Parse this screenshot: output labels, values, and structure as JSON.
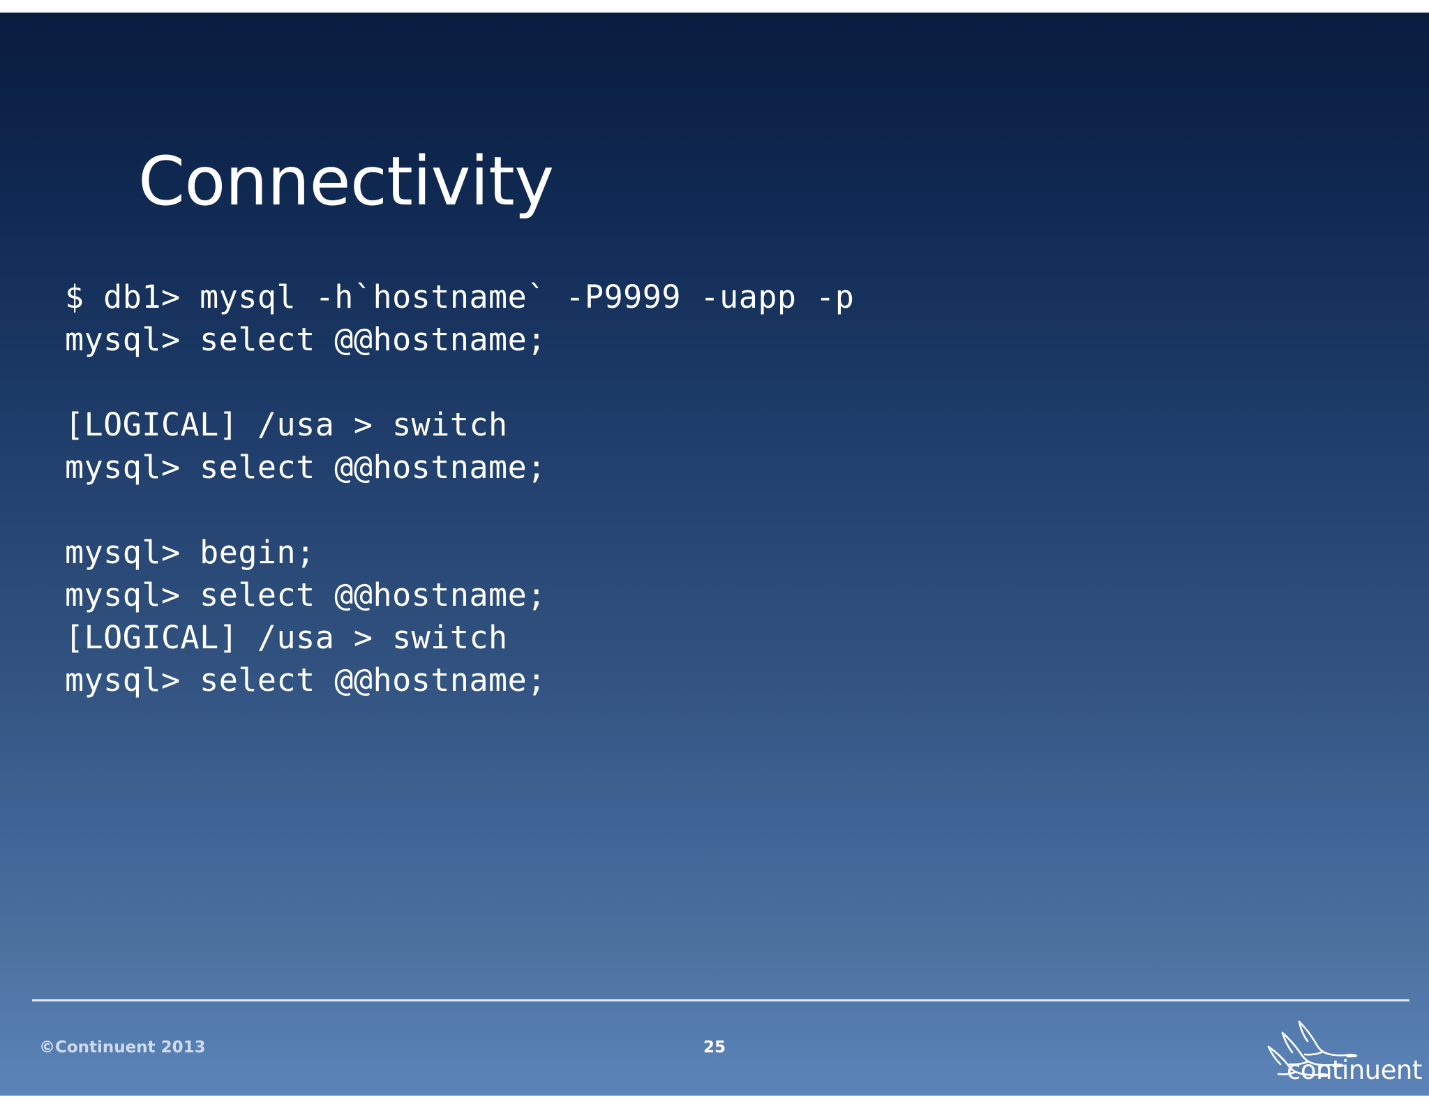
{
  "slide": {
    "title": "Connectivity",
    "background": {
      "top_color": "#0b1e40",
      "mid_color": "#31527f",
      "bottom_color": "#5c84b8"
    }
  },
  "code": {
    "language": "shell-mysql",
    "lines": [
      "$ db1> mysql -h`hostname` -P9999 -uapp -p",
      "mysql> select @@hostname;",
      "",
      "[LOGICAL] /usa > switch",
      "mysql> select @@hostname;",
      "",
      "mysql> begin;",
      "mysql> select @@hostname;",
      "[LOGICAL] /usa > switch",
      "mysql> select @@hostname;"
    ]
  },
  "footer": {
    "copyright": "©Continuent 2013",
    "page_number": "25",
    "logo_wordmark": "continuent",
    "logo_icon": "flying-birds-icon",
    "rule_color": "#e9eef6"
  }
}
